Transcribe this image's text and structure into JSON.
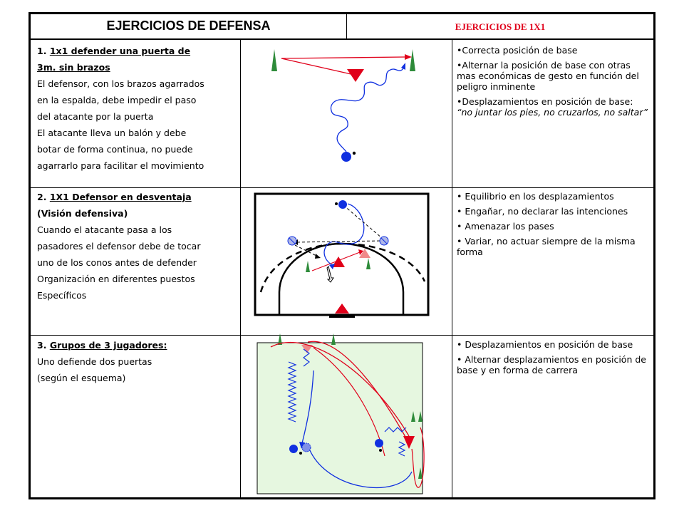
{
  "header": {
    "title": "EJERCICIOS DE DEFENSA",
    "subtitle": "EJERCICIOS DE 1X1"
  },
  "exercises": [
    {
      "num": "1.",
      "title_l1": "1x1 defender una puerta de",
      "title_l2": "3m. sin brazos",
      "lines": [
        "El defensor, con los brazos agarrados",
        "en la espalda, debe impedir el paso",
        "del atacante por la puerta",
        "El atacante lleva un balón y debe",
        "botar de forma continua, no puede",
        "agarrarlo para facilitar el movimiento"
      ],
      "points": [
        "•Correcta posición de base",
        "•Alternar la posición de base con otras mas económicas de gesto en función del peligro inminente"
      ],
      "point3_pre": "•Desplazamientos en posición de base: ",
      "point3_quote": "“no juntar los pies, no cruzarlos, no saltar”"
    },
    {
      "num": "2.",
      "title_l1": "1X1 Defensor en desventaja",
      "title_l2": "(Visión defensiva)",
      "lines": [
        "Cuando el atacante pasa a los",
        "pasadores el defensor debe de tocar",
        "uno de los conos antes de defender",
        "Organización en diferentes puestos",
        "Específicos"
      ],
      "points": [
        "• Equilibrio en los desplazamientos",
        "• Engañar, no declarar las intenciones",
        "• Amenazar los pases",
        "• Variar, no actuar siempre de la misma forma"
      ]
    },
    {
      "num": "3.",
      "title_l1": "Grupos de 3 jugadores:",
      "lines": [
        "Uno defiende dos puertas",
        "(según el esquema)"
      ],
      "points": [
        "• Desplazamientos en posición de base",
        "• Alternar desplazamientos en posición de base y en forma de carrera"
      ]
    }
  ],
  "colors": {
    "accent_red": "#e0001a",
    "cone_green": "#2e8b3a",
    "player_blue": "#1030e0",
    "field_green": "#e6f7e0"
  },
  "icons": [
    "cone-icon",
    "defender-triangle-icon",
    "attacker-circle-icon",
    "ball-icon"
  ]
}
